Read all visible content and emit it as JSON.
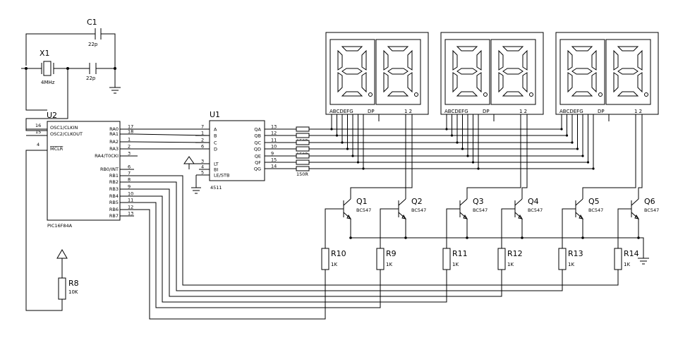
{
  "components": {
    "c1": {
      "ref": "C1",
      "value": "22p"
    },
    "c2": {
      "value": "22p"
    },
    "x1": {
      "ref": "X1",
      "value": "4MHz"
    },
    "u2": {
      "ref": "U2",
      "part": "PIC16F84A",
      "left_pins": [
        {
          "num": "16",
          "name": "OSC1/CLKIN"
        },
        {
          "num": "15",
          "name": "OSC2/CLKOUT"
        },
        {
          "num": "4",
          "name": "MCLR"
        }
      ],
      "right_pins": [
        {
          "num": "17",
          "name": "RA0"
        },
        {
          "num": "18",
          "name": "RA1"
        },
        {
          "num": "1",
          "name": "RA2"
        },
        {
          "num": "2",
          "name": "RA3"
        },
        {
          "num": "3",
          "name": "RA4/T0CKI"
        },
        {
          "num": "6",
          "name": "RB0/INT"
        },
        {
          "num": "7",
          "name": "RB1"
        },
        {
          "num": "8",
          "name": "RB2"
        },
        {
          "num": "9",
          "name": "RB3"
        },
        {
          "num": "10",
          "name": "RB4"
        },
        {
          "num": "11",
          "name": "RB5"
        },
        {
          "num": "12",
          "name": "RB6"
        },
        {
          "num": "13",
          "name": "RB7"
        }
      ]
    },
    "u1": {
      "ref": "U1",
      "part": "4511",
      "left_pins": [
        {
          "num": "7",
          "name": "A"
        },
        {
          "num": "1",
          "name": "B"
        },
        {
          "num": "2",
          "name": "C"
        },
        {
          "num": "6",
          "name": "D"
        },
        {
          "num": "3",
          "name": "LT"
        },
        {
          "num": "4",
          "name": "BI"
        },
        {
          "num": "5",
          "name": "LE/STB"
        }
      ],
      "right_pins": [
        {
          "num": "13",
          "name": "QA"
        },
        {
          "num": "12",
          "name": "QB"
        },
        {
          "num": "11",
          "name": "QC"
        },
        {
          "num": "10",
          "name": "QD"
        },
        {
          "num": "9",
          "name": "QE"
        },
        {
          "num": "15",
          "name": "QF"
        },
        {
          "num": "14",
          "name": "QG"
        }
      ]
    },
    "segment_resistor_value": "150R",
    "displays": [
      {
        "pins": "ABCDEFG",
        "dp": "DP",
        "digits": "1 2"
      },
      {
        "pins": "ABCDEFG",
        "dp": "DP",
        "digits": "1 2"
      },
      {
        "pins": "ABCDEFG",
        "dp": "DP",
        "digits": "1 2"
      }
    ],
    "transistors": [
      {
        "ref": "Q1",
        "part": "BC547"
      },
      {
        "ref": "Q2",
        "part": "BC547"
      },
      {
        "ref": "Q3",
        "part": "BC547"
      },
      {
        "ref": "Q4",
        "part": "BC547"
      },
      {
        "ref": "Q5",
        "part": "BC547"
      },
      {
        "ref": "Q6",
        "part": "BC547"
      }
    ],
    "base_resistors": [
      {
        "ref": "R10",
        "value": "1K"
      },
      {
        "ref": "R9",
        "value": "1K"
      },
      {
        "ref": "R11",
        "value": "1K"
      },
      {
        "ref": "R12",
        "value": "1K"
      },
      {
        "ref": "R13",
        "value": "1K"
      },
      {
        "ref": "R14",
        "value": "1K"
      }
    ],
    "r8": {
      "ref": "R8",
      "value": "10K"
    }
  }
}
